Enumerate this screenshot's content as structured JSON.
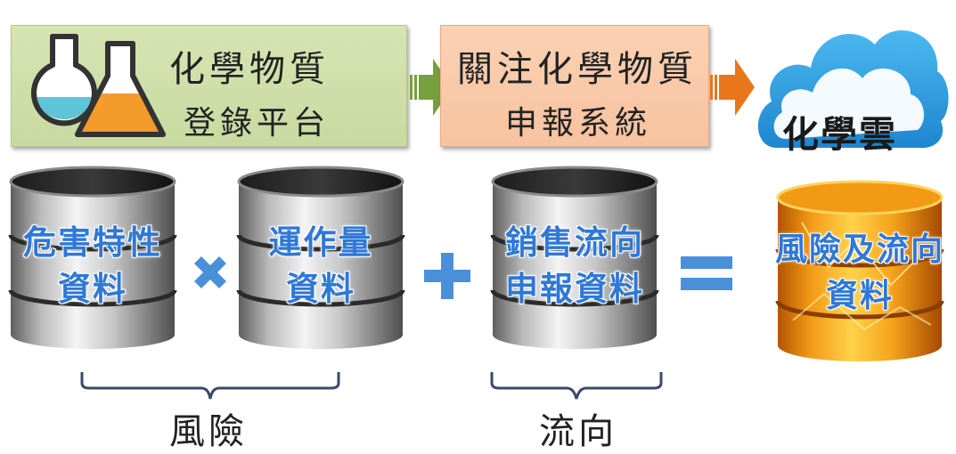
{
  "top_flow": {
    "platform": {
      "title": "化學物質",
      "subtitle": "登錄平台",
      "icon": "lab-flask-icon"
    },
    "declaration": {
      "title": "關注化學物質",
      "subtitle": "申報系統"
    },
    "cloud": {
      "label": "化學雲",
      "icon": "cloud-icon"
    }
  },
  "databases": [
    {
      "line1": "危害特性",
      "line2": "資料"
    },
    {
      "line1": "運作量",
      "line2": "資料"
    },
    {
      "line1": "銷售流向",
      "line2": "申報資料"
    }
  ],
  "result_db": {
    "line1": "風險及流向",
    "line2": "資料"
  },
  "operators": [
    "multiply-icon",
    "plus-icon",
    "equals-icon"
  ],
  "groups": {
    "risk": "風險",
    "flow": "流向"
  },
  "colors": {
    "platform_box": "#cfdfa8",
    "declaration_box": "#f9c9a8",
    "arrow_green": "#77a03c",
    "arrow_orange": "#e8761a",
    "cloud_blue": "#2d9fe0",
    "label_blue": "#2f78d6",
    "operator_blue": "#4a90d9",
    "result_orange": "#f59b12"
  }
}
